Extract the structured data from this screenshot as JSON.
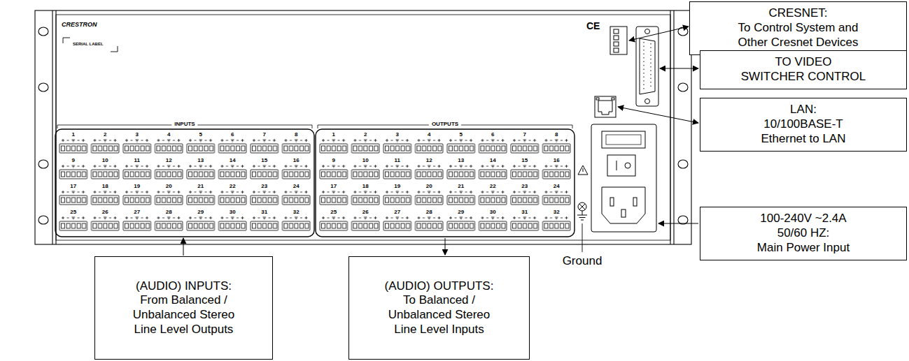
{
  "diagram": {
    "nodes": [
      {
        "text": [
          "CRESNET:",
          "To Control System and Other Cresnet Devices"
        ]
      },
      {
        "text": [
          "TO VIDEO SWITCHER CONTROL"
        ]
      },
      {
        "text": [
          "LAN:",
          "10/100BASE-T Ethernet to LAN"
        ]
      },
      {
        "text": [
          "100-240V ~2.4A 50/60 HZ:",
          "Main Power Input"
        ]
      },
      {
        "text": [
          "(AUDIO) INPUTS:",
          "From Balanced / Unbalanced Stereo Line Level Outputs"
        ]
      },
      {
        "text": [
          "(AUDIO) OUTPUTS:",
          "To Balanced / Unbalanced Stereo Line Level Inputs"
        ]
      }
    ],
    "labels": [
      "CRESTRON",
      "SERIAL LABEL",
      "CE",
      "INPUTS",
      "1",
      "2",
      "3",
      "4",
      "5",
      "6",
      "7",
      "8",
      "9",
      "10",
      "11",
      "12",
      "13",
      "14",
      "15",
      "16",
      "17",
      "18",
      "19",
      "20",
      "21",
      "22",
      "23",
      "24",
      "25",
      "26",
      "27",
      "28",
      "29",
      "30",
      "31",
      "32",
      "OUTPUTS",
      "1",
      "2",
      "3",
      "4",
      "5",
      "6",
      "7",
      "8",
      "9",
      "10",
      "11",
      "12",
      "13",
      "14",
      "15",
      "16",
      "17",
      "18",
      "19",
      "20",
      "21",
      "22",
      "23",
      "24",
      "25",
      "26",
      "27",
      "28",
      "29",
      "30",
      "31",
      "32",
      "Ground"
    ]
  }
}
